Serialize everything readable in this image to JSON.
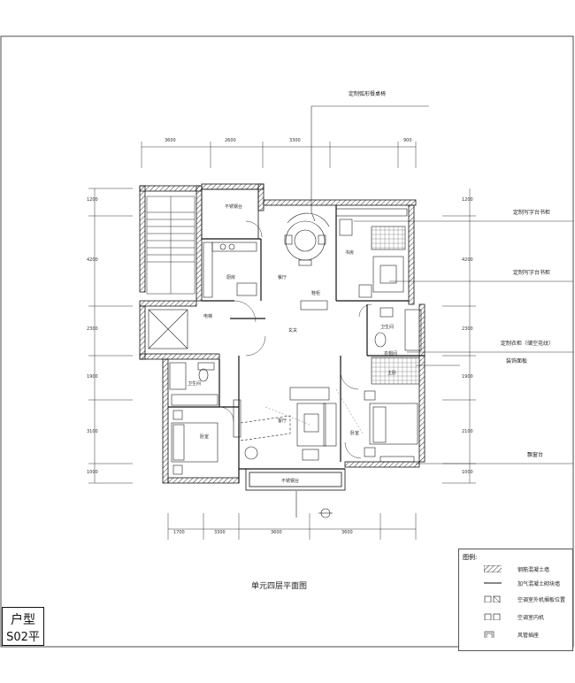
{
  "plan_title": "单元四层平面图",
  "unit_badge": {
    "line1": "户型",
    "line2": "S02平"
  },
  "dimensions_top": [
    "3600",
    "2600",
    "3300",
    "900"
  ],
  "dimensions_bottom": [
    "1700",
    "3300",
    "3600",
    "3600"
  ],
  "dimensions_left": [
    "1200",
    "4200",
    "2300",
    "1900",
    "3100",
    "1000"
  ],
  "dimensions_right": [
    "1200",
    "4200",
    "2300",
    "1900",
    "2100",
    "1000"
  ],
  "callouts": [
    "定制弧形餐桌椅",
    "定制写字台书柜",
    "定制写字台书柜",
    "定制衣柜（储空花纹）",
    "装饰面板",
    "飘窗台"
  ],
  "rooms": {
    "balcony_top": "不锈钢台",
    "kitchen": "厨房",
    "dining": "餐厅",
    "study": "书房",
    "hall": "玄关",
    "bathroom": "卫生间",
    "master_bedroom": "主卧",
    "living": "客厅",
    "bedroom": "卧室",
    "balcony_bottom": "不锈钢台",
    "elevator": "电梯",
    "shoe_cabinet": "鞋柜",
    "wash": "卫生间",
    "closet": "衣帽间"
  },
  "legend": {
    "title": "图例:",
    "items": [
      "钢筋混凝土墙",
      "加气混凝土砌块墙",
      "空调室外机搁板位置",
      "空调室内机",
      "风管插座"
    ]
  },
  "colors": {
    "line": "#111111",
    "hatch": "#333333"
  }
}
